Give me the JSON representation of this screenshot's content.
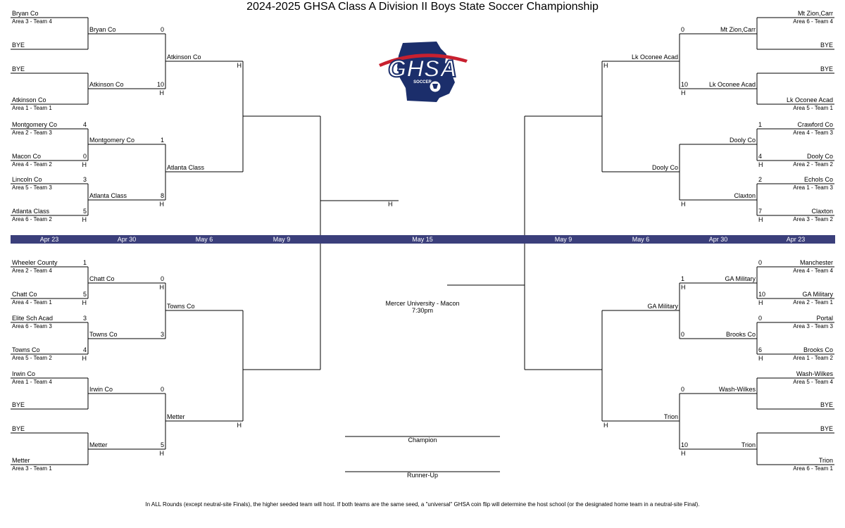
{
  "title": "2024-2025 GHSA Class A Division II Boys State Soccer Championship",
  "dates": [
    "Apr 23",
    "Apr 30",
    "May 6",
    "May 9",
    "May 15",
    "May 9",
    "May 6",
    "Apr 30",
    "Apr 23"
  ],
  "venue": {
    "line1": "Mercer University - Macon",
    "line2": "7:30pm"
  },
  "champion_label": "Champion",
  "runner_up_label": "Runner-Up",
  "logo": {
    "text": "GHSA",
    "sub": "SOCCER"
  },
  "footnote": "In ALL Rounds (except neutral-site Finals), the higher seeded team will host. If both teams are the same seed, a \"universal\" GHSA coin flip will determine the host school (or the designated home team in a neutral-site Final).",
  "left_top": {
    "r1": [
      {
        "team": "Bryan Co",
        "seed": "Area 3 - Team 4",
        "score": ""
      },
      {
        "team": "BYE",
        "seed": "",
        "score": ""
      },
      {
        "team": "BYE",
        "seed": "",
        "score": ""
      },
      {
        "team": "Atkinson Co",
        "seed": "Area 1 - Team 1",
        "score": ""
      },
      {
        "team": "Montgomery Co",
        "seed": "Area 2 - Team 3",
        "score": "4"
      },
      {
        "team": "Macon Co",
        "seed": "Area 4 - Team 2",
        "score": "0",
        "home": "H"
      },
      {
        "team": "Lincoln Co",
        "seed": "Area 5 - Team 3",
        "score": "3"
      },
      {
        "team": "Atlanta Class",
        "seed": "Area 6 - Team 2",
        "score": "5",
        "home": "H"
      }
    ],
    "r2": [
      {
        "team": "Bryan Co",
        "score": "0"
      },
      {
        "team": "Atkinson Co",
        "score": "10",
        "home": "H"
      },
      {
        "team": "Montgomery Co",
        "score": "1"
      },
      {
        "team": "Atlanta Class",
        "score": "8",
        "home": "H"
      }
    ],
    "r3": [
      {
        "team": "Atkinson Co",
        "score": "",
        "home": "H"
      },
      {
        "team": "Atlanta Class",
        "score": ""
      }
    ]
  },
  "left_bottom": {
    "r1": [
      {
        "team": "Wheeler County",
        "seed": "Area 2 - Team 4",
        "score": "1"
      },
      {
        "team": "Chatt Co",
        "seed": "Area 4 - Team 1",
        "score": "5",
        "home": "H"
      },
      {
        "team": "Elite Sch Acad",
        "seed": "Area 6 - Team 3",
        "score": "3"
      },
      {
        "team": "Towns Co",
        "seed": "Area 5 - Team 2",
        "score": "4",
        "home": "H"
      },
      {
        "team": "Irwin Co",
        "seed": "Area 1 - Team 4",
        "score": ""
      },
      {
        "team": "BYE",
        "seed": "",
        "score": ""
      },
      {
        "team": "BYE",
        "seed": "",
        "score": ""
      },
      {
        "team": "Metter",
        "seed": "Area 3 - Team 1",
        "score": ""
      }
    ],
    "r2": [
      {
        "team": "Chatt Co",
        "score": "0",
        "home": "H"
      },
      {
        "team": "Towns Co",
        "score": "3"
      },
      {
        "team": "Irwin Co",
        "score": "0"
      },
      {
        "team": "Metter",
        "score": "5",
        "home": "H"
      }
    ],
    "r3": [
      {
        "team": "Towns Co",
        "score": ""
      },
      {
        "team": "Metter",
        "score": "",
        "home": "H"
      }
    ]
  },
  "right_top": {
    "r1": [
      {
        "team": "Mt Zion,Carr",
        "seed": "Area 6 - Team 4",
        "score": ""
      },
      {
        "team": "BYE",
        "seed": "",
        "score": ""
      },
      {
        "team": "BYE",
        "seed": "",
        "score": ""
      },
      {
        "team": "Lk Oconee Acad",
        "seed": "Area 5 - Team 1",
        "score": ""
      },
      {
        "team": "Crawford Co",
        "seed": "Area 4 - Team 3",
        "score": "1"
      },
      {
        "team": "Dooly Co",
        "seed": "Area 2 - Team 2",
        "score": "4",
        "home": "H"
      },
      {
        "team": "Echols Co",
        "seed": "Area 1 - Team 3",
        "score": "2"
      },
      {
        "team": "Claxton",
        "seed": "Area 3 - Team 2",
        "score": "7",
        "home": "H"
      }
    ],
    "r2": [
      {
        "team": "Mt Zion,Carr",
        "score": "0"
      },
      {
        "team": "Lk Oconee Acad",
        "score": "10",
        "home": "H"
      },
      {
        "team": "Dooly Co",
        "score": ""
      },
      {
        "team": "Claxton",
        "score": "",
        "home": "H"
      }
    ],
    "r3": [
      {
        "team": "Lk Oconee Acad",
        "score": "",
        "home": "H"
      },
      {
        "team": "Dooly Co",
        "score": ""
      }
    ]
  },
  "right_bottom": {
    "r1": [
      {
        "team": "Manchester",
        "seed": "Area 4 - Team 4",
        "score": "0"
      },
      {
        "team": "GA Military",
        "seed": "Area 2 - Team 1",
        "score": "10",
        "home": "H"
      },
      {
        "team": "Portal",
        "seed": "Area 3 - Team 3",
        "score": "0"
      },
      {
        "team": "Brooks Co",
        "seed": "Area 1 - Team 2",
        "score": "6",
        "home": "H"
      },
      {
        "team": "Wash-Wilkes",
        "seed": "Area 5 - Team 4",
        "score": ""
      },
      {
        "team": "BYE",
        "seed": "",
        "score": ""
      },
      {
        "team": "BYE",
        "seed": "",
        "score": ""
      },
      {
        "team": "Trion",
        "seed": "Area 6 - Team 1",
        "score": ""
      }
    ],
    "r2": [
      {
        "team": "GA Military",
        "score": "1",
        "home": "H"
      },
      {
        "team": "Brooks Co",
        "score": "0"
      },
      {
        "team": "Wash-Wilkes",
        "score": "0"
      },
      {
        "team": "Trion",
        "score": "10",
        "home": "H"
      }
    ],
    "r3": [
      {
        "team": "GA Military",
        "score": ""
      },
      {
        "team": "Trion",
        "score": "",
        "home": "H"
      }
    ]
  },
  "semis": {
    "left_home": "H"
  }
}
